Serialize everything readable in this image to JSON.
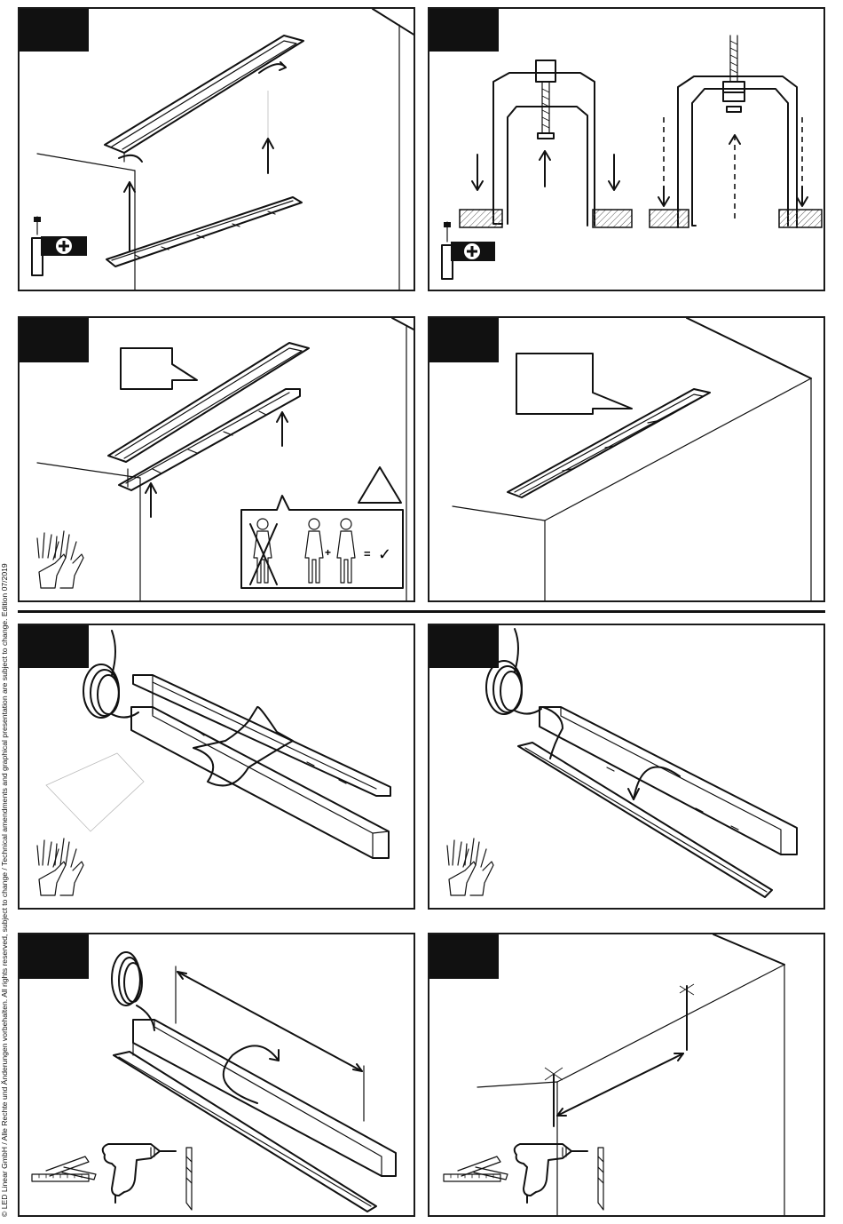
{
  "sidebar": {
    "copyright": "© LED Linear GmbH / Alle Rechte und Änderungen vorbehalten. All rights reserved, subject to change / Technical amendments and graphical presentation are subject to change. Edition 07/2019"
  },
  "colors": {
    "ink": "#111111",
    "paper": "#ffffff",
    "hatch": "#555555"
  },
  "panels": [
    {
      "id": "1",
      "icons": [
        "screwdriver-icon",
        "plus-icon"
      ]
    },
    {
      "id": "2",
      "icons": [
        "screwdriver-icon",
        "plus-icon",
        "bolt-icon"
      ]
    },
    {
      "id": "3",
      "icons": [
        "speech-bubble-icon",
        "warning-triangle-icon",
        "person-icon",
        "checkmark-icon",
        "gloves-icon"
      ]
    },
    {
      "id": "4",
      "icons": [
        "speech-bubble-icon"
      ]
    },
    {
      "id": "5",
      "icons": [
        "cable-coil-icon",
        "gloves-icon"
      ]
    },
    {
      "id": "6",
      "icons": [
        "cable-coil-icon",
        "gloves-icon",
        "rotate-arrow-icon"
      ]
    },
    {
      "id": "7",
      "icons": [
        "cable-coil-icon",
        "folding-ruler-icon",
        "drill-icon",
        "drill-bit-icon",
        "rotate-arrow-icon"
      ]
    },
    {
      "id": "8",
      "icons": [
        "folding-ruler-icon",
        "drill-icon",
        "drill-bit-icon"
      ]
    }
  ],
  "warning": {
    "plus_sign": "+",
    "equals_sign": "=",
    "check_mark": "✓"
  },
  "legend_plus": "+"
}
